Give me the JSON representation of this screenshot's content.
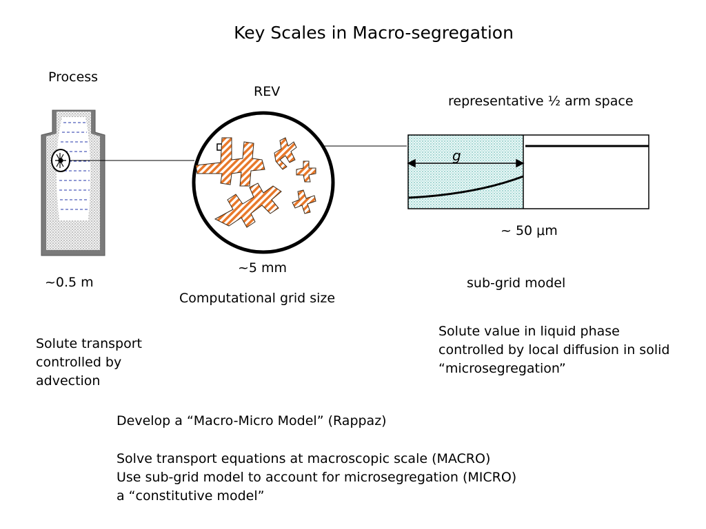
{
  "title": "Key Scales in Macro-segregation",
  "process": {
    "label": "Process",
    "scale": "~0.5 m",
    "note_lines": [
      "Solute transport",
      "controlled by",
      "advection"
    ]
  },
  "rev": {
    "label": "REV",
    "scale": "~5 mm",
    "caption": "Computational grid size"
  },
  "arm": {
    "label": "representative ½ arm space",
    "g_symbol": "g",
    "scale": "~ 50 μm",
    "caption": "sub-grid model",
    "note_lines": [
      "Solute value in liquid phase",
      "controlled by local diffusion in solid",
      "“microsegregation”"
    ]
  },
  "notes": {
    "line1": "Develop a “Macro-Micro Model” (Rappaz)",
    "line2": "Solve transport equations at macroscopic scale (MACRO)",
    "line3": "Use sub-grid model to account for microsegregation (MICRO)",
    "line4": "a “constitutive model”"
  },
  "colors": {
    "mold": "#7a7a7a",
    "dendrite_orange": "#e8782a",
    "liquid_dots": "#3fa7a0",
    "liquid_dashes": "#2233aa",
    "line": "#000000"
  }
}
